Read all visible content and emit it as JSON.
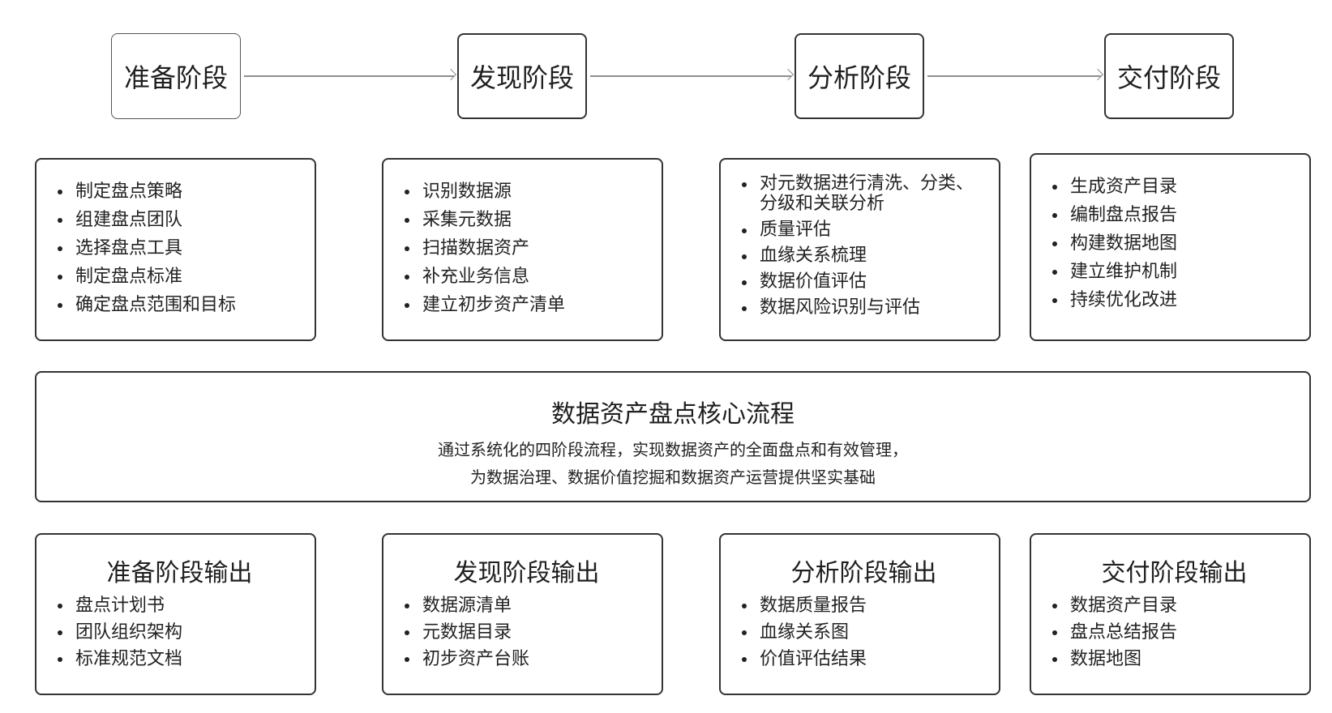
{
  "stages": [
    {
      "label": "准备阶段"
    },
    {
      "label": "发现阶段"
    },
    {
      "label": "分析阶段"
    },
    {
      "label": "交付阶段"
    }
  ],
  "tasks": [
    {
      "items": [
        "制定盘点策略",
        "组建盘点团队",
        "选择盘点工具",
        "制定盘点标准",
        "确定盘点范围和目标"
      ]
    },
    {
      "items": [
        "识别数据源",
        "采集元数据",
        "扫描数据资产",
        "补充业务信息",
        "建立初步资产清单"
      ]
    },
    {
      "items": [
        "对元数据进行清洗、分类、分级和关联分析",
        "质量评估",
        "血缘关系梳理",
        "数据价值评估",
        "数据风险识别与评估"
      ]
    },
    {
      "items": [
        "生成资产目录",
        "编制盘点报告",
        "构建数据地图",
        "建立维护机制",
        "持续优化改进"
      ]
    }
  ],
  "core": {
    "title": "数据资产盘点核心流程",
    "line1": "通过系统化的四阶段流程，实现数据资产的全面盘点和有效管理，",
    "line2": "为数据治理、数据价值挖掘和数据资产运营提供坚实基础"
  },
  "outputs": [
    {
      "title": "准备阶段输出",
      "items": [
        "盘点计划书",
        "团队组织架构",
        "标准规范文档"
      ]
    },
    {
      "title": "发现阶段输出",
      "items": [
        "数据源清单",
        "元数据目录",
        "初步资产台账"
      ]
    },
    {
      "title": "分析阶段输出",
      "items": [
        "数据质量报告",
        "血缘关系图",
        "价值评估结果"
      ]
    },
    {
      "title": "交付阶段输出",
      "items": [
        "数据资产目录",
        "盘点总结报告",
        "数据地图"
      ]
    }
  ]
}
